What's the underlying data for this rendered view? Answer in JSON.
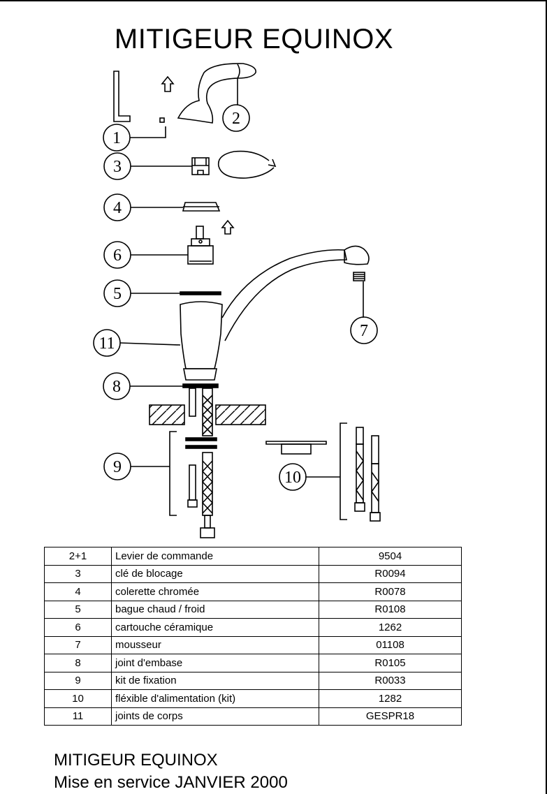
{
  "document": {
    "title": "MITIGEUR EQUINOX",
    "footer_line1": "MITIGEUR EQUINOX",
    "footer_line2": "Mise en service JANVIER 2000"
  },
  "diagram": {
    "callouts": [
      "1",
      "2",
      "3",
      "4",
      "5",
      "6",
      "7",
      "8",
      "9",
      "10",
      "11"
    ]
  },
  "parts_table": {
    "rows": [
      {
        "ref": "2+1",
        "description": "Levier de commande",
        "code": "9504"
      },
      {
        "ref": "3",
        "description": "clé de blocage",
        "code": "R0094"
      },
      {
        "ref": "4",
        "description": "colerette chromée",
        "code": "R0078"
      },
      {
        "ref": "5",
        "description": "bague chaud / froid",
        "code": "R0108"
      },
      {
        "ref": "6",
        "description": "cartouche céramique",
        "code": "1262"
      },
      {
        "ref": "7",
        "description": "mousseur",
        "code": "01108"
      },
      {
        "ref": "8",
        "description": "joint d'embase",
        "code": "R0105"
      },
      {
        "ref": "9",
        "description": "kit de fixation",
        "code": "R0033"
      },
      {
        "ref": "10",
        "description": "fléxible d'alimentation (kit)",
        "code": "1282"
      },
      {
        "ref": "11",
        "description": "joints de corps",
        "code": "GESPR18"
      }
    ]
  }
}
